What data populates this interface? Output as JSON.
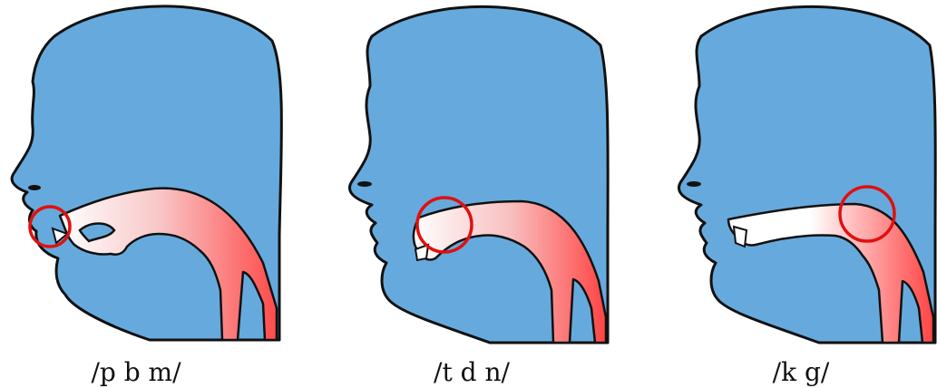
{
  "diagrams": [
    {
      "label": "/p b m/",
      "place": "lips"
    },
    {
      "label": "/t d n/",
      "place": "alveolar ridge"
    },
    {
      "label": "/k g/",
      "place": "velum"
    }
  ],
  "colors": {
    "head": "#66aadd",
    "tract_light": "#ffffff",
    "tract_dark": "#ff5555",
    "circle": "#e01010",
    "outline": "#111111"
  }
}
